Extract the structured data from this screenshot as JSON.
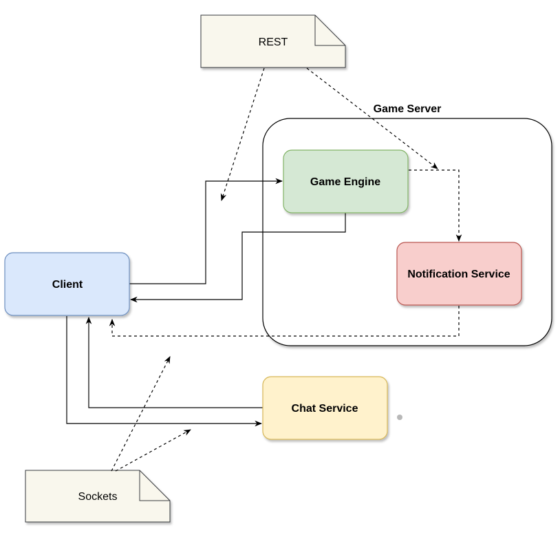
{
  "diagram": {
    "group": {
      "label": "Game Server"
    },
    "nodes": {
      "client": {
        "label": "Client",
        "fill": "#dae8fc",
        "stroke": "#6c8ebf"
      },
      "game_engine": {
        "label": "Game Engine",
        "fill": "#d5e8d4",
        "stroke": "#82b366"
      },
      "notification_service": {
        "label": "Notification Service",
        "fill": "#f8cecc",
        "stroke": "#b85450"
      },
      "chat_service": {
        "label": "Chat Service",
        "fill": "#fff2cc",
        "stroke": "#d6b656"
      }
    },
    "notes": {
      "rest": {
        "label": "REST",
        "fill": "#f9f7ed",
        "stroke": "#36393d"
      },
      "sockets": {
        "label": "Sockets",
        "fill": "#f9f7ed",
        "stroke": "#36393d"
      }
    }
  }
}
